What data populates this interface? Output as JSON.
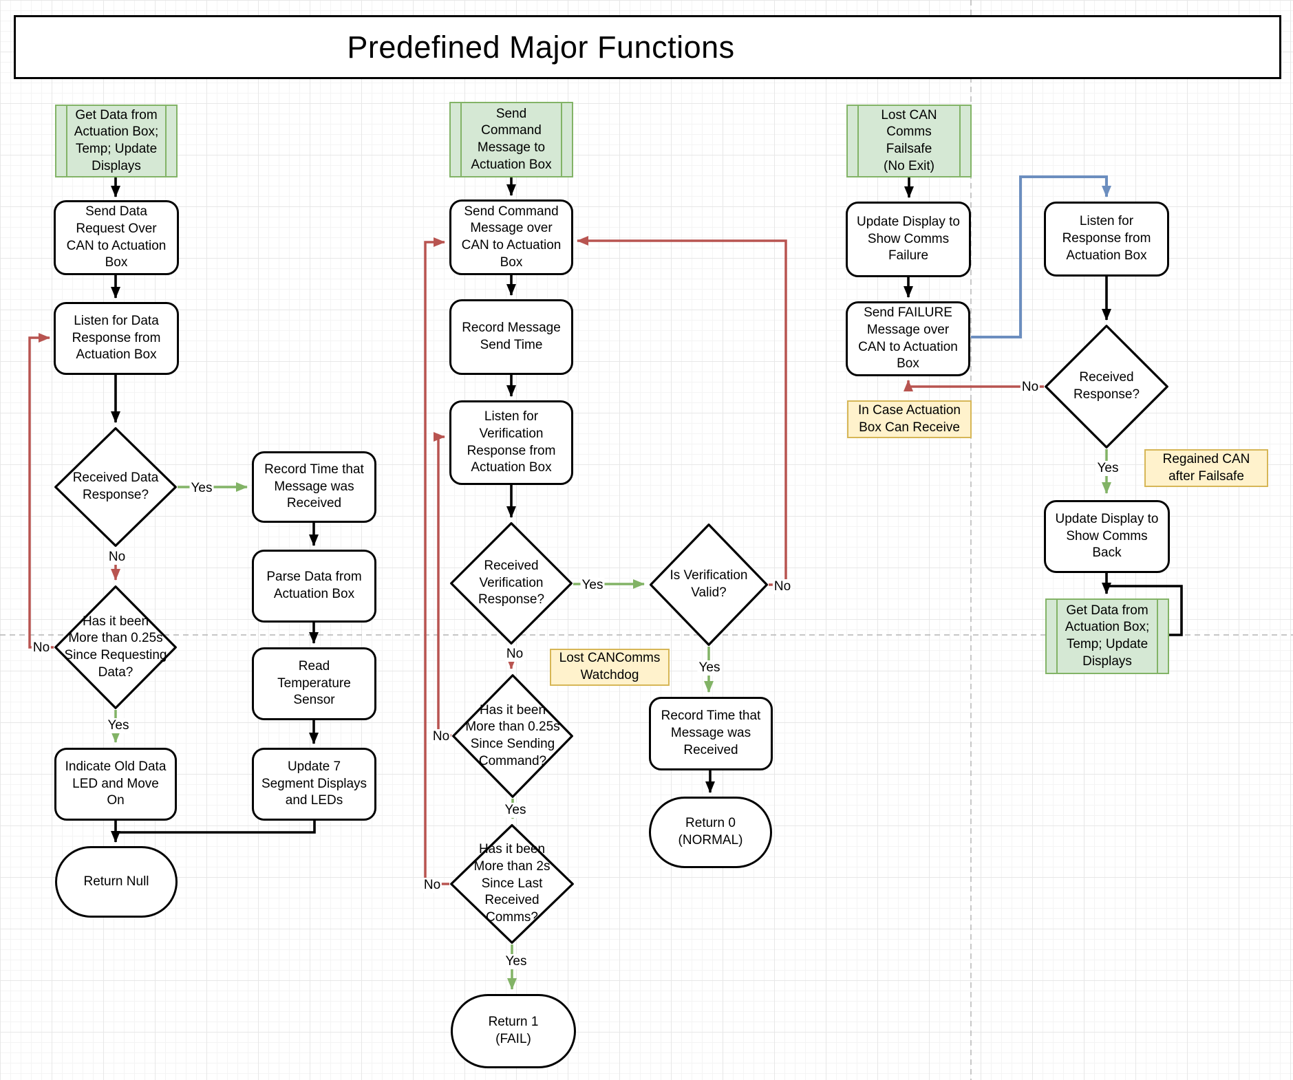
{
  "title": "Predefined Major Functions",
  "edge_labels": {
    "yes": "Yes",
    "no": "No"
  },
  "colors": {
    "process_fill": "#ffffff",
    "process_stroke": "#000000",
    "predefined_fill": "#d5e8d4",
    "predefined_stroke": "#82b366",
    "note_fill": "#fff2cc",
    "note_stroke": "#d6b656",
    "edge_black": "#000000",
    "edge_red": "#b85450",
    "edge_green": "#82b366",
    "edge_blue": "#6c8ebf",
    "page_break": "#b3b3b3"
  },
  "nodes": {
    "get_data_entry": "Get Data from\nActuation Box;\nTemp; Update\nDisplays",
    "send_data_request": "Send Data\nRequest Over\nCAN to Actuation\nBox",
    "listen_data_response": "Listen for Data\nResponse from\nActuation Box",
    "received_data_response": "Received Data\nResponse?",
    "more_than_025s_requesting": "Has it been\nMore than 0.25s\nSince Requesting\nData?",
    "indicate_old_data": "Indicate Old Data\nLED and Move\nOn",
    "return_null": "Return Null",
    "record_time_received_1": "Record Time that\nMessage was\nReceived",
    "parse_data": "Parse Data from\nActuation Box",
    "read_temperature": "Read\nTemperature\nSensor",
    "update_7_segment": "Update 7\nSegment Displays\nand LEDs",
    "send_command_entry": "Send\nCommand\nMessage to\nActuation Box",
    "send_command_over_can": "Send Command\nMessage over\nCAN to Actuation\nBox",
    "record_message_send_time": "Record Message\nSend Time",
    "listen_verification": "Listen for\nVerification\nResponse from\nActuation Box",
    "received_verification": "Received\nVerification\nResponse?",
    "is_verification_valid": "Is Verification\nValid?",
    "more_than_025s_sending": "Has it been\nMore than 0.25s\nSince Sending\nCommand?",
    "more_than_2s_comms": "Has it been\nMore than 2s\nSince Last\nReceived\nComms?",
    "record_time_received_2": "Record Time that\nMessage was\nReceived",
    "return_0": "Return 0\n(NORMAL)",
    "return_1": "Return 1\n(FAIL)",
    "lost_can_entry": "Lost CAN\nComms\nFailsafe\n(No Exit)",
    "update_display_failure": "Update Display to\nShow Comms\nFailure",
    "send_failure_message": "Send FAILURE\nMessage over\nCAN to Actuation\nBox",
    "listen_response": "Listen for\nResponse from\nActuation Box",
    "received_response": "Received\nResponse?",
    "update_display_back": "Update Display to\nShow Comms\nBack",
    "get_data_call": "Get Data from\nActuation Box;\nTemp; Update\nDisplays"
  },
  "notes": {
    "watchdog": "Lost CANComms\nWatchdog",
    "in_case_receive": "In Case Actuation\nBox Can Receive",
    "regained_can": "Regained CAN\nafter Failsafe"
  }
}
